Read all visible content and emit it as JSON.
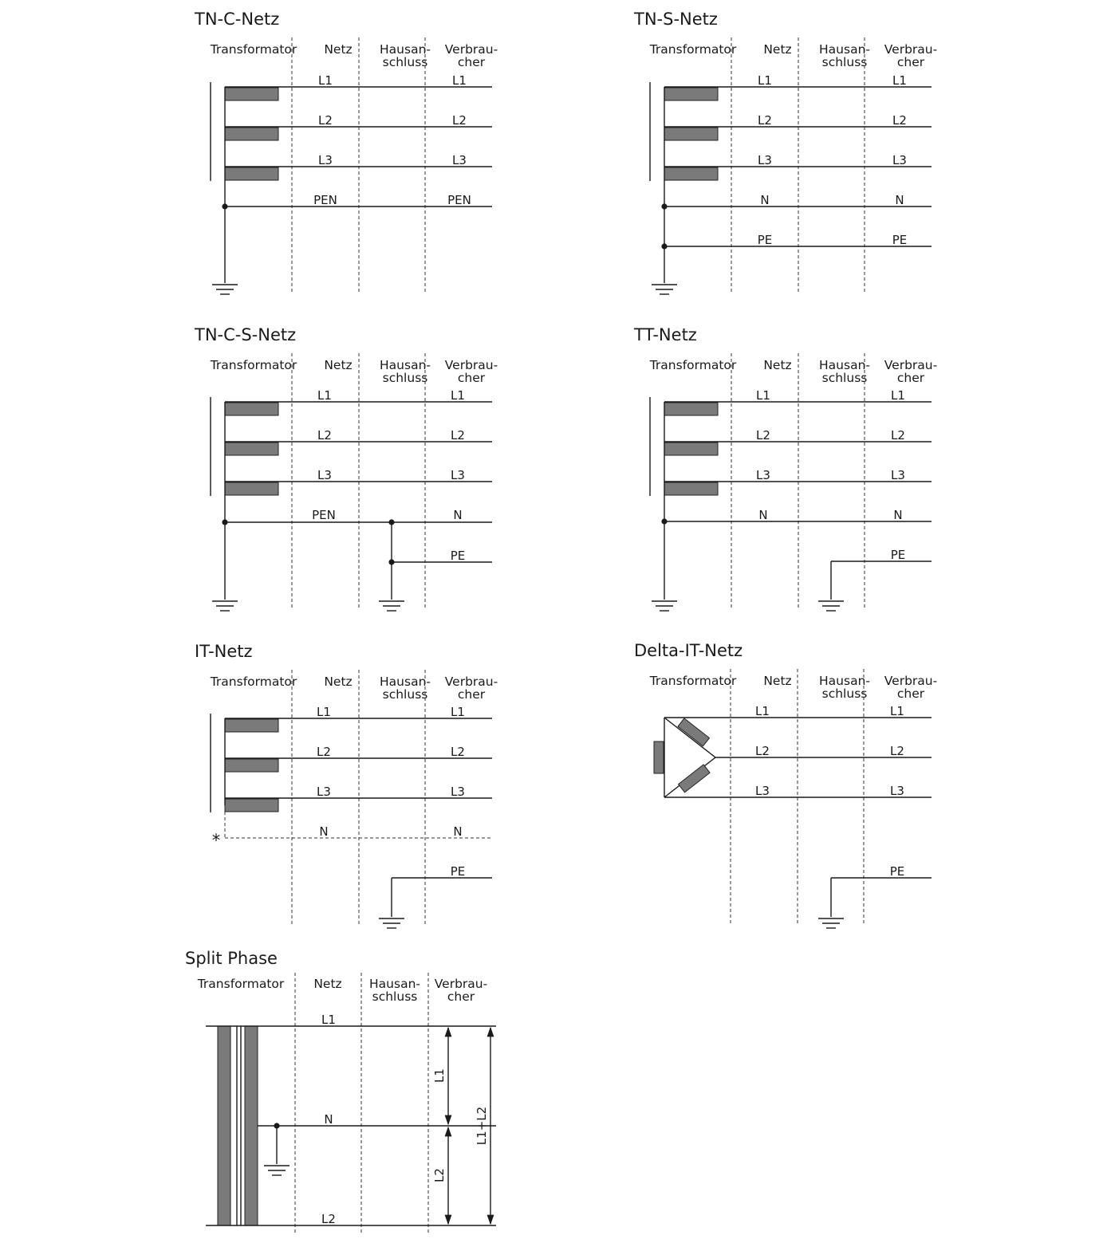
{
  "columns": [
    "Transformator",
    "Netz",
    "Hausan-",
    "schluss",
    "Verbrau-",
    "cher"
  ],
  "diagrams": {
    "tnc": {
      "title": "TN-C-Netz",
      "labels": [
        "L1",
        "L2",
        "L3",
        "PEN"
      ]
    },
    "tns": {
      "title": "TN-S-Netz",
      "labels": [
        "L1",
        "L2",
        "L3",
        "N",
        "PE"
      ]
    },
    "tncs": {
      "title": "TN-C-S-Netz",
      "labels": [
        "L1",
        "L2",
        "L3"
      ],
      "pen_label": "PEN",
      "n_label": "N",
      "pe_label": "PE"
    },
    "tt": {
      "title": "TT-Netz",
      "labels": [
        "L1",
        "L2",
        "L3",
        "N"
      ],
      "pe_label": "PE"
    },
    "it": {
      "title": "IT-Netz",
      "labels": [
        "L1",
        "L2",
        "L3",
        "N"
      ],
      "pe_label": "PE",
      "star": "*"
    },
    "delta": {
      "title": "Delta-IT-Netz",
      "labels": [
        "L1",
        "L2",
        "L3"
      ],
      "pe_label": "PE"
    },
    "split": {
      "title": "Split Phase",
      "l1": "L1",
      "n": "N",
      "l2": "L2",
      "v1": "L1",
      "v2": "L2",
      "v12": "L1+L2"
    }
  }
}
